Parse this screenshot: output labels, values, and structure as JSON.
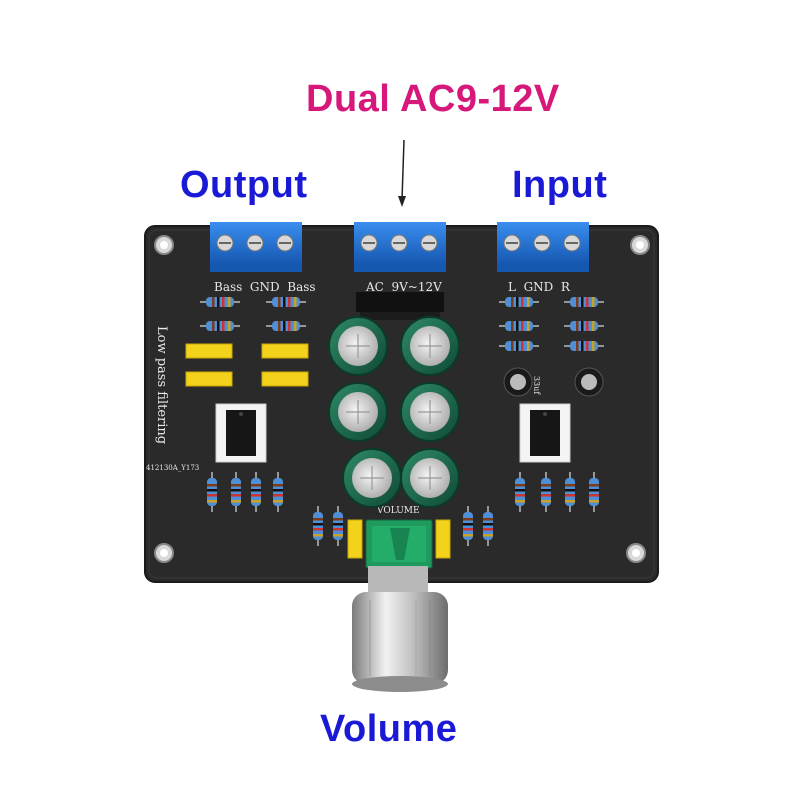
{
  "callouts": {
    "power": "Dual AC9-12V",
    "output": "Output",
    "input": "Input",
    "volume": "Volume"
  },
  "silkscreen": {
    "output_pins": "Bass  GND  Bass",
    "power_pins": "AC  9V~12V",
    "input_pins": "L  GND  R",
    "side_label": "Low pass filtering",
    "board_id": "412130A_Y173",
    "pot_label": "VOLUME",
    "cap_value": "33uf"
  },
  "colors": {
    "power_callout": "#d6187a",
    "label_callout": "#1a1ad6",
    "pcb": "#2b2a2a",
    "terminal": "#1e6fd0",
    "capacitor": "#1f6b4e",
    "film_cap": "#f2d21a",
    "knob": "#c9c9c9"
  }
}
